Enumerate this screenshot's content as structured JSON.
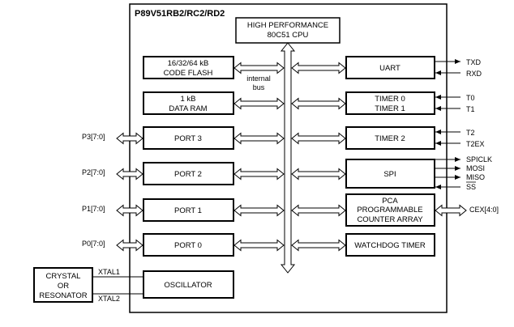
{
  "diagram": {
    "title": "P89V51RB2/RC2/RD2",
    "cpu": {
      "line1": "HIGH PERFORMANCE",
      "line2": "80C51 CPU"
    },
    "bus_label": {
      "line1": "internal",
      "line2": "bus"
    },
    "left_blocks": {
      "code_flash": {
        "line1": "16/32/64 kB",
        "line2": "CODE FLASH"
      },
      "data_ram": {
        "line1": "1 kB",
        "line2": "DATA RAM"
      },
      "port3": "PORT 3",
      "port2": "PORT 2",
      "port1": "PORT 1",
      "port0": "PORT 0",
      "oscillator": "OSCILLATOR"
    },
    "right_blocks": {
      "uart": "UART",
      "timer01": {
        "line1": "TIMER 0",
        "line2": "TIMER 1"
      },
      "timer2": "TIMER 2",
      "spi": "SPI",
      "pca": {
        "line1": "PCA",
        "line2": "PROGRAMMABLE",
        "line3": "COUNTER ARRAY"
      },
      "watchdog": "WATCHDOG TIMER"
    },
    "external": {
      "crystal": {
        "line1": "CRYSTAL",
        "line2": "OR",
        "line3": "RESONATOR"
      }
    },
    "pins": {
      "p3": "P3[7:0]",
      "p2": "P2[7:0]",
      "p1": "P1[7:0]",
      "p0": "P0[7:0]",
      "xtal1": "XTAL1",
      "xtal2": "XTAL2",
      "txd": "TXD",
      "rxd": "RXD",
      "t0": "T0",
      "t1": "T1",
      "t2": "T2",
      "t2ex": "T2EX",
      "spiclk": "SPICLK",
      "mosi": "MOSI",
      "miso": "MISO",
      "ss": "SS",
      "cex": "CEX[4:0]"
    }
  }
}
